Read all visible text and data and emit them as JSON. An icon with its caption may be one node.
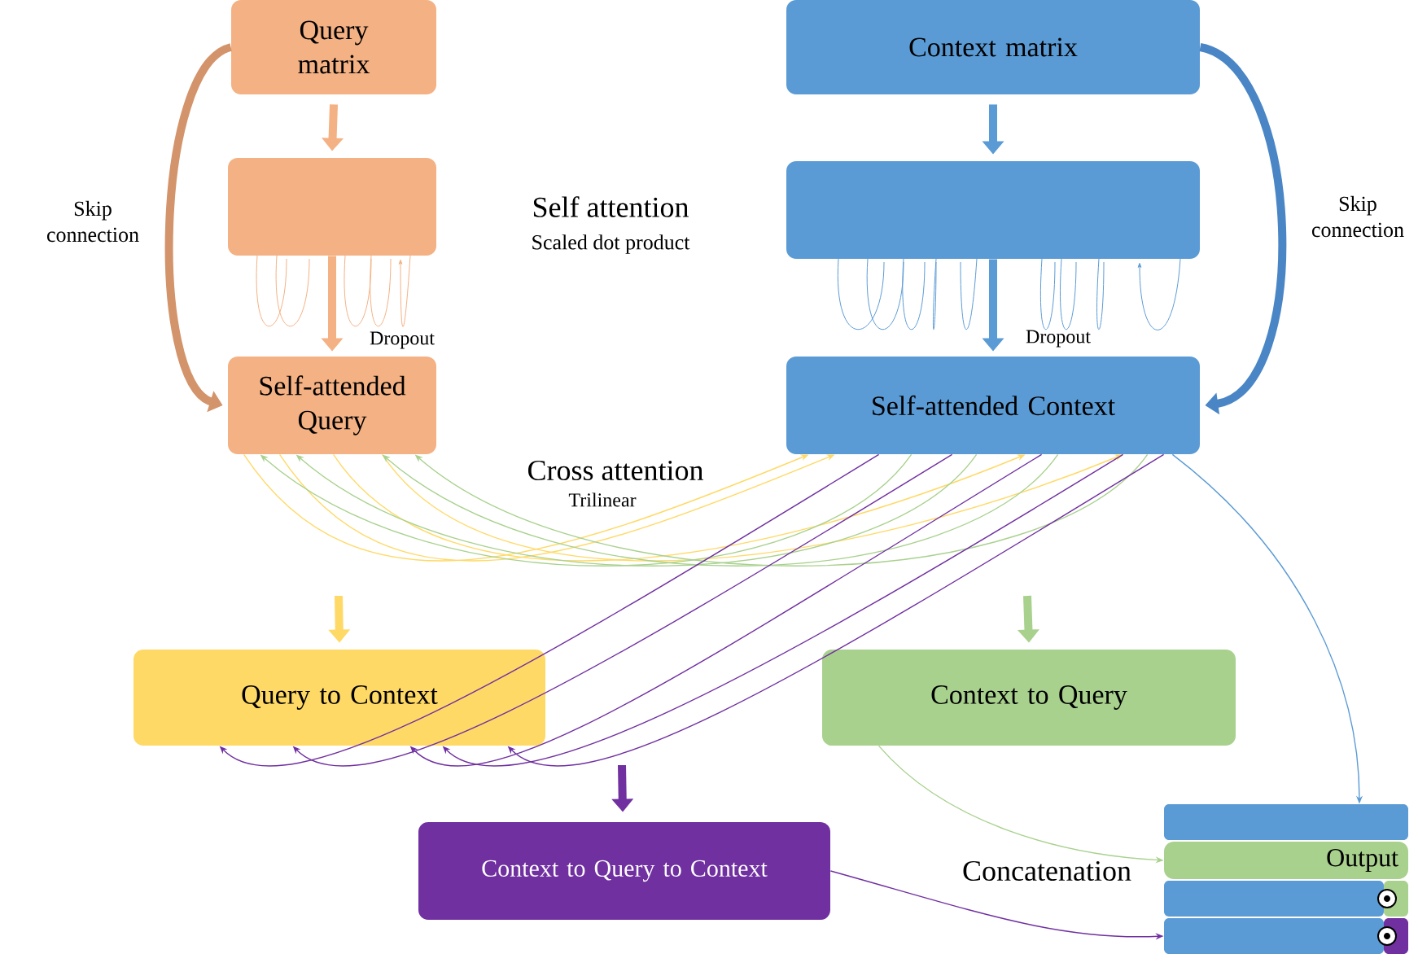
{
  "diagram": {
    "nodes": [
      {
        "text": [
          "Query matrix"
        ]
      },
      {
        "text": [],
        "shape": "box"
      },
      {
        "text": [
          "Self-attended Query"
        ]
      },
      {
        "text": [
          "Context matrix"
        ]
      },
      {
        "text": [],
        "shape": "box"
      },
      {
        "text": [
          "Self-attended Context"
        ]
      },
      {
        "text": [
          "Query to Context"
        ]
      },
      {
        "text": [
          "Context to Query"
        ]
      },
      {
        "text": [
          "Context to Query to Context"
        ]
      },
      {
        "text": [],
        "shape": "bar"
      },
      {
        "text": [
          "Output"
        ]
      },
      {
        "text": [],
        "shape": "bar"
      },
      {
        "text": [],
        "shape": "bar"
      },
      {
        "text": [],
        "shape": "bar"
      },
      {
        "text": [],
        "shape": "bar"
      }
    ],
    "edges": [
      {
        "from": 0,
        "to": 1,
        "arrow": "to",
        "style": "thick",
        "color": "#f4b183"
      },
      {
        "from": 1,
        "to": 2,
        "arrow": "to",
        "style": "thick",
        "color": "#f4b183",
        "label": "Dropout"
      },
      {
        "from": 0,
        "to": 2,
        "arrow": "to",
        "style": "thick",
        "color": "#d3946b",
        "label": "Skip connection"
      },
      {
        "from": 3,
        "to": 4,
        "arrow": "to",
        "style": "thick",
        "color": "#5b9bd5"
      },
      {
        "from": 4,
        "to": 5,
        "arrow": "to",
        "style": "thick",
        "color": "#5b9bd5",
        "label": "Dropout"
      },
      {
        "from": 3,
        "to": 5,
        "arrow": "to",
        "style": "thick",
        "color": "#4a86c5",
        "label": "Skip connection"
      },
      {
        "from": 2,
        "to": 5,
        "arrow": "to",
        "color": "#ffd966"
      },
      {
        "from": 2,
        "to": 5,
        "arrow": "to",
        "color": "#ffd966"
      },
      {
        "from": 2,
        "to": 5,
        "arrow": "to",
        "color": "#ffd966"
      },
      {
        "from": 2,
        "to": 5,
        "arrow": "to",
        "color": "#ffd966"
      },
      {
        "from": 5,
        "to": 2,
        "arrow": "to",
        "color": "#a9d18e"
      },
      {
        "from": 5,
        "to": 2,
        "arrow": "to",
        "color": "#a9d18e"
      },
      {
        "from": 5,
        "to": 2,
        "arrow": "to",
        "color": "#a9d18e"
      },
      {
        "from": 5,
        "to": 2,
        "arrow": "to",
        "color": "#a9d18e"
      },
      {
        "from": 5,
        "to": 6,
        "arrow": "to",
        "color": "#7030a0"
      },
      {
        "from": 5,
        "to": 6,
        "arrow": "to",
        "color": "#7030a0"
      },
      {
        "from": 5,
        "to": 6,
        "arrow": "to",
        "color": "#7030a0"
      },
      {
        "from": 5,
        "to": 6,
        "arrow": "to",
        "color": "#7030a0"
      },
      {
        "from": 5,
        "to": 6,
        "arrow": "to",
        "color": "#7030a0"
      },
      {
        "from": null,
        "to": 6,
        "arrow": "to",
        "style": "thick",
        "color": "#ffd966"
      },
      {
        "from": null,
        "to": 7,
        "arrow": "to",
        "style": "thick",
        "color": "#a9d18e"
      },
      {
        "from": null,
        "to": 8,
        "arrow": "to",
        "style": "thick",
        "color": "#7030a0"
      },
      {
        "from": 5,
        "to": 9,
        "arrow": "to",
        "color": "#5b9bd5"
      },
      {
        "from": 7,
        "to": 10,
        "arrow": "to",
        "color": "#a9d18e"
      },
      {
        "from": 8,
        "to": 12,
        "arrow": "to",
        "color": "#7030a0"
      }
    ],
    "labels": [
      "Self attention",
      "Scaled dot product",
      "Cross attention",
      "Trilinear",
      "Concatenation"
    ]
  }
}
